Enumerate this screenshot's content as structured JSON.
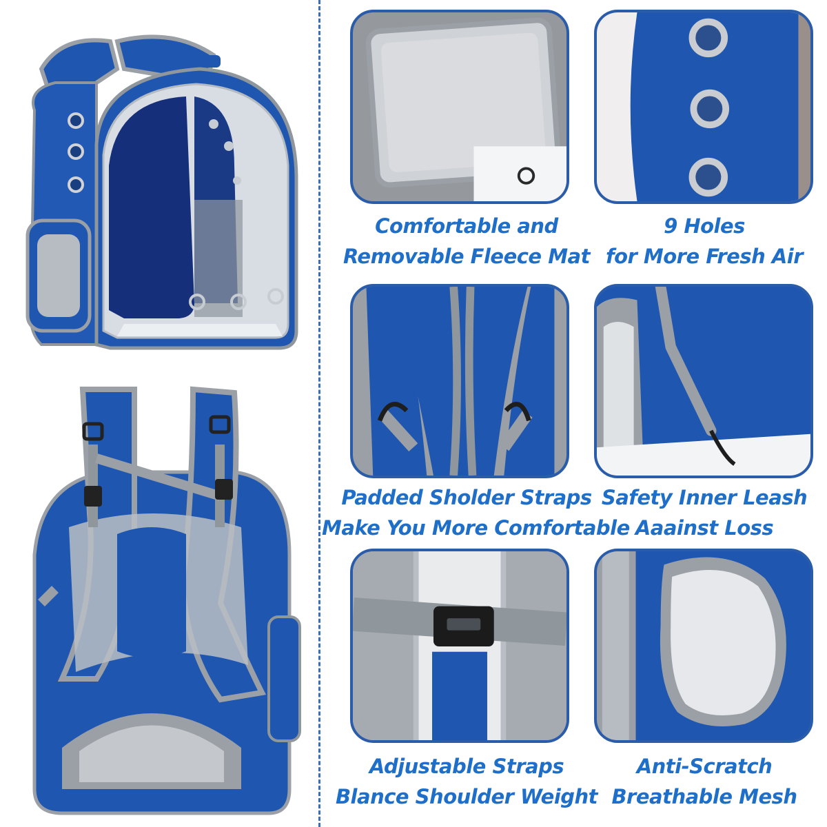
{
  "colors": {
    "accent_text": "#1f6fc9",
    "fabric_blue": "#1e56b0",
    "trim_gray": "#9aa0a6",
    "divider": "#3a6fb7"
  },
  "features": [
    {
      "line1": "Comfortable and",
      "line2": "Removable Fleece Mat"
    },
    {
      "line1": "9 Holes",
      "line2": "for More Fresh Air"
    },
    {
      "line1": "Padded Sholder Straps",
      "line2": "Make You More Comfortable"
    },
    {
      "line1": "Safety Inner Leash",
      "line2": "Aaainst Loss"
    },
    {
      "line1": "Adjustable Straps",
      "line2": "Blance Shoulder Weight"
    },
    {
      "line1": "Anti-Scratch",
      "line2": "Breathable Mesh"
    }
  ]
}
